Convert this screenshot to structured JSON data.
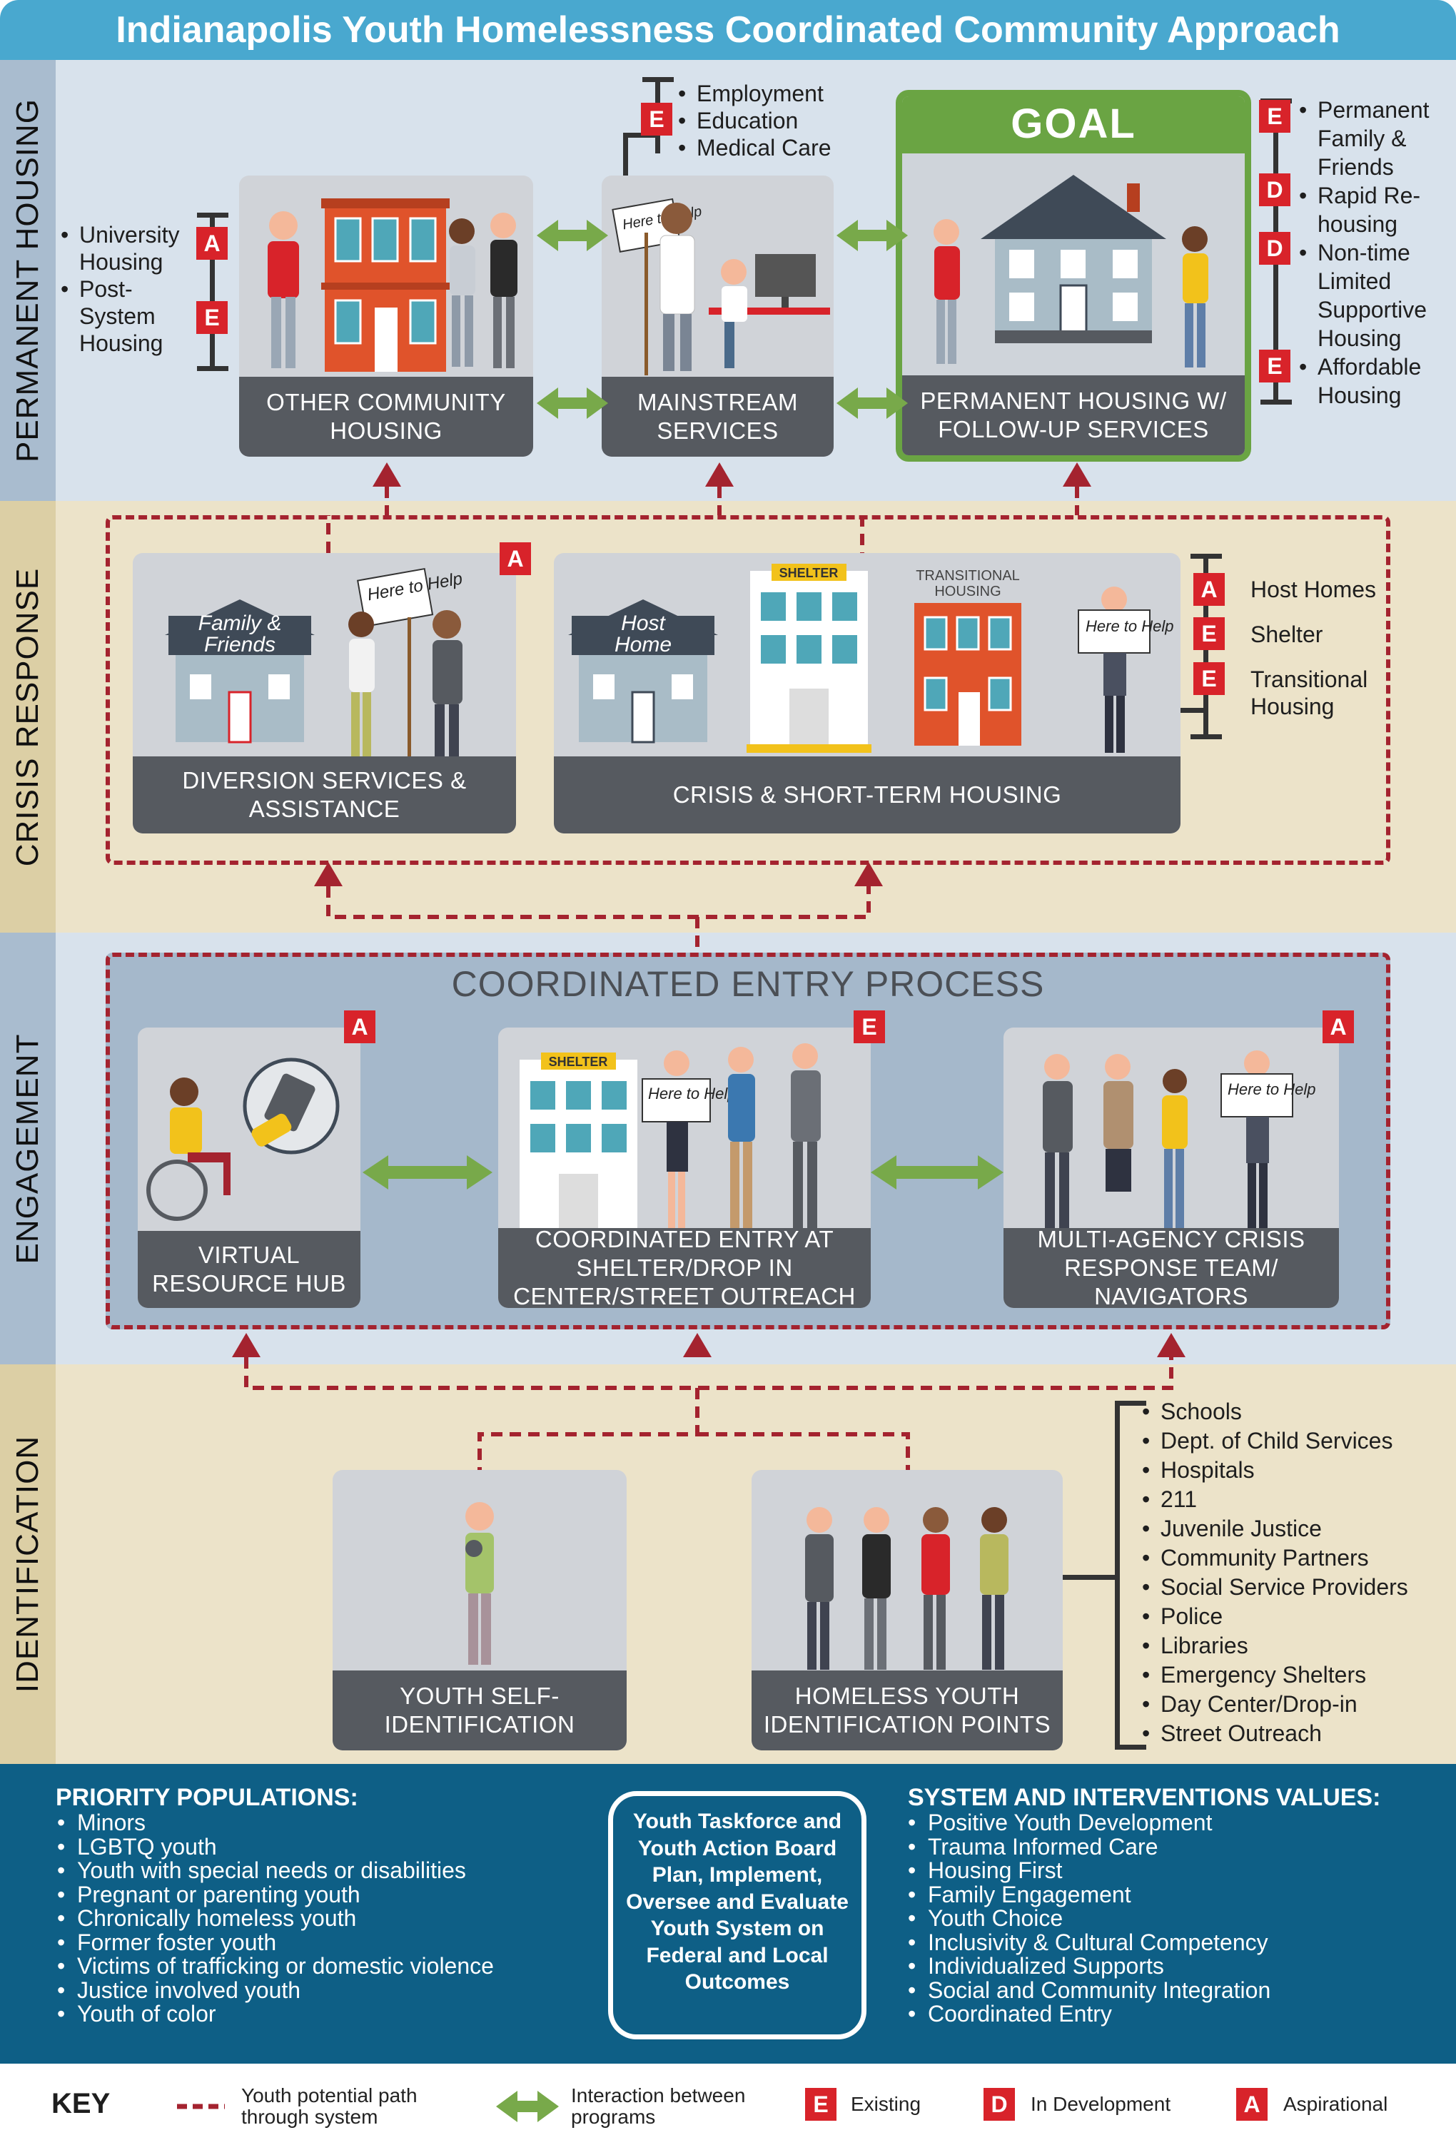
{
  "title": "Indianapolis Youth Homelessness Coordinated Community Approach",
  "bands": {
    "permanent_housing": "PERMANENT HOUSING",
    "crisis_response": "CRISIS RESPONSE",
    "engagement": "ENGAGEMENT",
    "identification": "IDENTIFICATION"
  },
  "permanent_housing": {
    "other_community_housing": {
      "caption": "OTHER COMMUNITY HOUSING",
      "items": [
        {
          "status": "A",
          "label": "University Housing"
        },
        {
          "status": "E",
          "label": "Post-System Housing"
        }
      ],
      "labels_lines": [
        "University",
        "Housing",
        "Post-",
        "System",
        "Housing"
      ]
    },
    "mainstream_services": {
      "caption": "MAINSTREAM SERVICES",
      "status": "E",
      "items": [
        "Employment",
        "Education",
        "Medical Care"
      ],
      "sign_text": "Here to Help"
    },
    "goal": {
      "label": "GOAL",
      "caption": "PERMANENT HOUSING W/ FOLLOW-UP SERVICES",
      "items": [
        {
          "status": "E",
          "label": "Permanent Family & Friends"
        },
        {
          "status": "D",
          "label": "Rapid Re-housing"
        },
        {
          "status": "D",
          "label": "Non-time Limited Supportive Housing"
        },
        {
          "status": "E",
          "label": "Affordable Housing"
        }
      ]
    }
  },
  "crisis_response": {
    "diversion": {
      "caption": "DIVERSION SERVICES & ASSISTANCE",
      "status": "A",
      "house_sign": "Family & Friends",
      "sign_text": "Here to Help"
    },
    "crisis_housing": {
      "caption": "CRISIS & SHORT-TERM HOUSING",
      "house_sign": "Host Home",
      "shelter_sign": "SHELTER",
      "transitional_sign": "TRANSITIONAL HOUSING",
      "sign_text": "Here to Help",
      "items": [
        {
          "status": "A",
          "label": "Host Homes"
        },
        {
          "status": "E",
          "label": "Shelter"
        },
        {
          "status": "E",
          "label": "Transitional Housing"
        }
      ]
    }
  },
  "engagement": {
    "title": "COORDINATED ENTRY PROCESS",
    "virtual_hub": {
      "caption": "VIRTUAL RESOURCE HUB",
      "status": "A"
    },
    "coordinated_entry": {
      "caption": "COORDINATED ENTRY AT SHELTER/DROP IN CENTER/STREET OUTREACH",
      "status": "E",
      "shelter_sign": "SHELTER",
      "sign_text": "Here to Help"
    },
    "multi_agency": {
      "caption": "MULTI-AGENCY CRISIS RESPONSE TEAM/ NAVIGATORS",
      "status": "A",
      "sign_text": "Here to Help"
    }
  },
  "identification": {
    "self_identification": {
      "caption": "YOUTH SELF-IDENTIFICATION"
    },
    "identification_points": {
      "caption": "HOMELESS YOUTH IDENTIFICATION POINTS"
    },
    "points": [
      "Schools",
      "Dept. of Child Services",
      "Hospitals",
      "211",
      "Juvenile Justice",
      "Community Partners",
      "Social Service Providers",
      "Police",
      "Libraries",
      "Emergency Shelters",
      "Day Center/Drop-in",
      "Street Outreach"
    ]
  },
  "footer": {
    "priority_title": "PRIORITY POPULATIONS:",
    "priority": [
      "Minors",
      "LGBTQ youth",
      "Youth with special needs or disabilities",
      "Pregnant or parenting youth",
      "Chronically homeless youth",
      "Former foster youth",
      "Victims of trafficking or domestic violence",
      "Justice involved youth",
      "Youth of color"
    ],
    "cycle_text": "Youth Taskforce and Youth Action Board Plan, Implement, Oversee and Evaluate Youth System on Federal and Local Outcomes",
    "values_title": "SYSTEM AND INTERVENTIONS VALUES:",
    "values": [
      "Positive Youth Development",
      "Trauma Informed Care",
      "Housing First",
      "Family Engagement",
      "Youth Choice",
      "Inclusivity & Cultural Competency",
      "Individualized Supports",
      "Social and Community Integration",
      "Coordinated Entry"
    ]
  },
  "key": {
    "title": "KEY",
    "path": "Youth potential path through system",
    "interaction": "Interaction between programs",
    "existing_letter": "E",
    "existing": "Existing",
    "development_letter": "D",
    "development": "In Development",
    "aspirational_letter": "A",
    "aspirational": "Aspirational"
  },
  "colors": {
    "title_bar": "#49a8cf",
    "band_blue": "#d8e2ec",
    "band_tan": "#ece3c9",
    "badge_red": "#d8232a",
    "path_red": "#a4232f",
    "interaction_green": "#78a94a",
    "goal_green": "#6aa443",
    "footer_blue": "#0e5f86",
    "caption_gray": "#565a60"
  }
}
